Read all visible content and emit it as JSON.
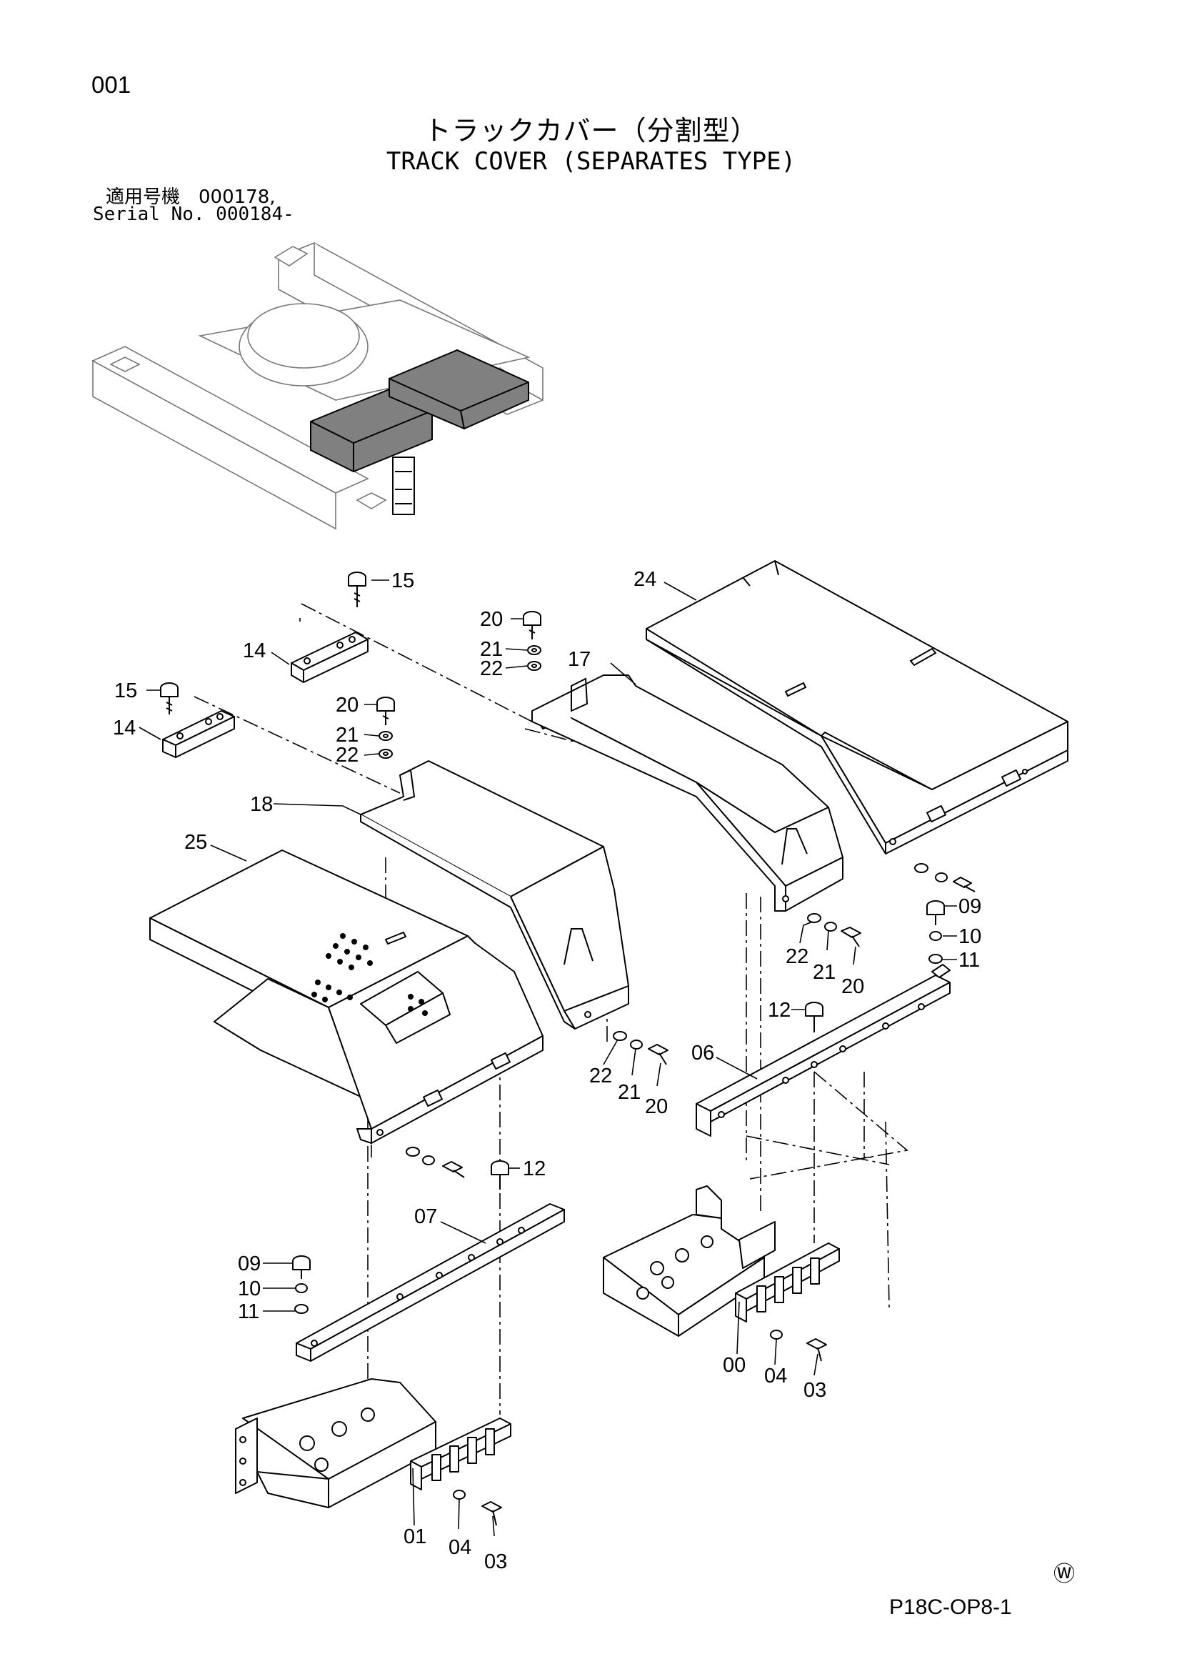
{
  "page": {
    "number": "001",
    "title_ja": "トラックカバー（分割型）",
    "title_en": "TRACK COVER (SEPARATES TYPE)",
    "serial_ja": "適用号機　000178,",
    "serial_en": "Serial No. 000184-",
    "maker_mark": "Ⓦ",
    "doc_code": "P18C-OP8-1"
  },
  "callouts": {
    "c15a": "15",
    "c14a": "14",
    "c15b": "15",
    "c14b": "14",
    "c20a": "20",
    "c21a": "21",
    "c22a": "22",
    "c17": "17",
    "c24": "24",
    "c20b": "20",
    "c21b": "21",
    "c22b": "22",
    "c18": "18",
    "c25": "25",
    "c09a": "09",
    "c10a": "10",
    "c11a": "11",
    "c22c": "22",
    "c21c": "21",
    "c20c": "20",
    "c12a": "12",
    "c06": "06",
    "c22d": "22",
    "c21d": "21",
    "c20d": "20",
    "c12b": "12",
    "c07": "07",
    "c09b": "09",
    "c10b": "10",
    "c11b": "11",
    "c00": "00",
    "c04a": "04",
    "c03a": "03",
    "c01": "01",
    "c04b": "04",
    "c03b": "03"
  }
}
